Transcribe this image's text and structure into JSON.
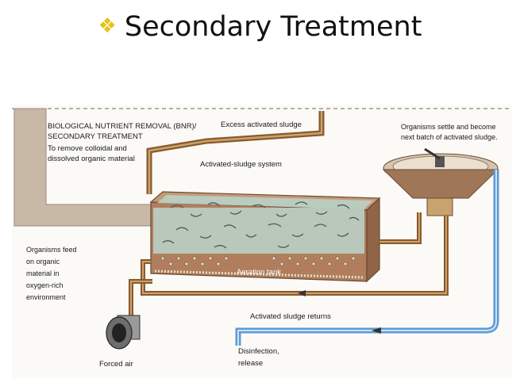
{
  "title": {
    "bullet_icon": "four-diamond-bullet-icon",
    "text": "Secondary Treatment"
  },
  "diagram": {
    "header_lines": [
      "BIOLOGICAL NUTRIENT REMOVAL (BNR)/",
      "SECONDARY TREATMENT",
      "To remove colloidal and",
      "dissolved organic material"
    ],
    "excess_sludge": "Excess activated sludge",
    "system": "Activated-sludge system",
    "settle_lines": [
      "Organisms settle and become",
      "next batch of activated sludge."
    ],
    "feed_lines": [
      "Organisms feed",
      "on organic",
      "material in",
      "oxygen-rich",
      "environment"
    ],
    "aeration_tank": "Aeration tank",
    "sludge_returns": "Activated sludge returns",
    "disinfection_lines": [
      "Disinfection,",
      "release"
    ],
    "forced_air": "Forced air",
    "colors": {
      "pipe": "#8a5a2b",
      "pipe_light": "#c9a36e",
      "water": "#b9ccbf",
      "tank": "#b07e5c",
      "clean_water": "#5b9bd5",
      "influent": "#c8b8a6"
    }
  }
}
